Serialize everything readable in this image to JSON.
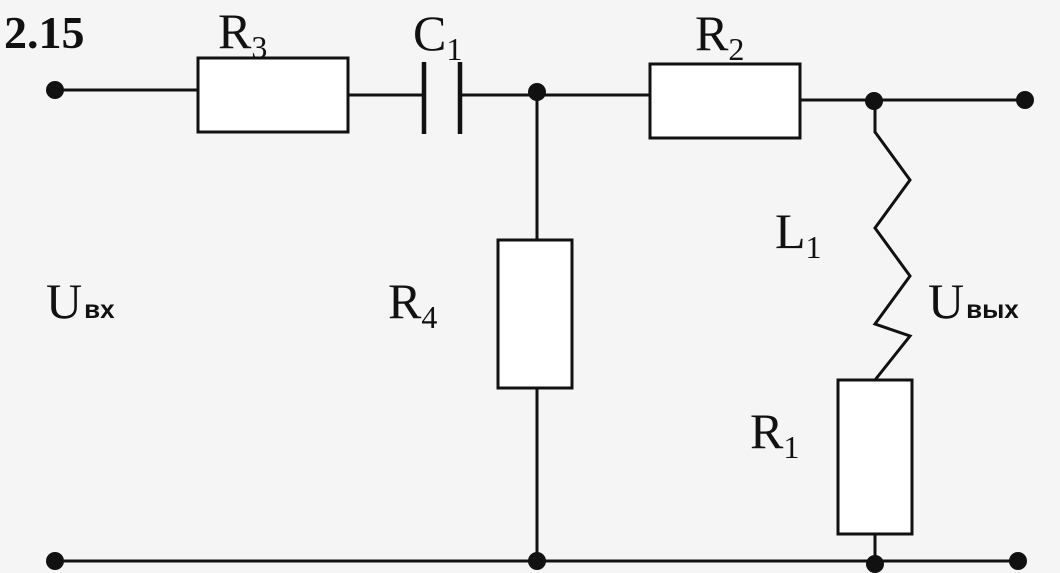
{
  "problem_number": "2.15",
  "labels": {
    "r3": {
      "main": "R",
      "sub": "3"
    },
    "c1": {
      "main": "C",
      "sub": "1"
    },
    "r2": {
      "main": "R",
      "sub": "2"
    },
    "r4": {
      "main": "R",
      "sub": "4"
    },
    "l1": {
      "main": "L",
      "sub": "1"
    },
    "r1": {
      "main": "R",
      "sub": "1"
    },
    "u_in": {
      "main": "U",
      "sub": "вх"
    },
    "u_out": {
      "main": "U",
      "sub": "вых"
    }
  }
}
